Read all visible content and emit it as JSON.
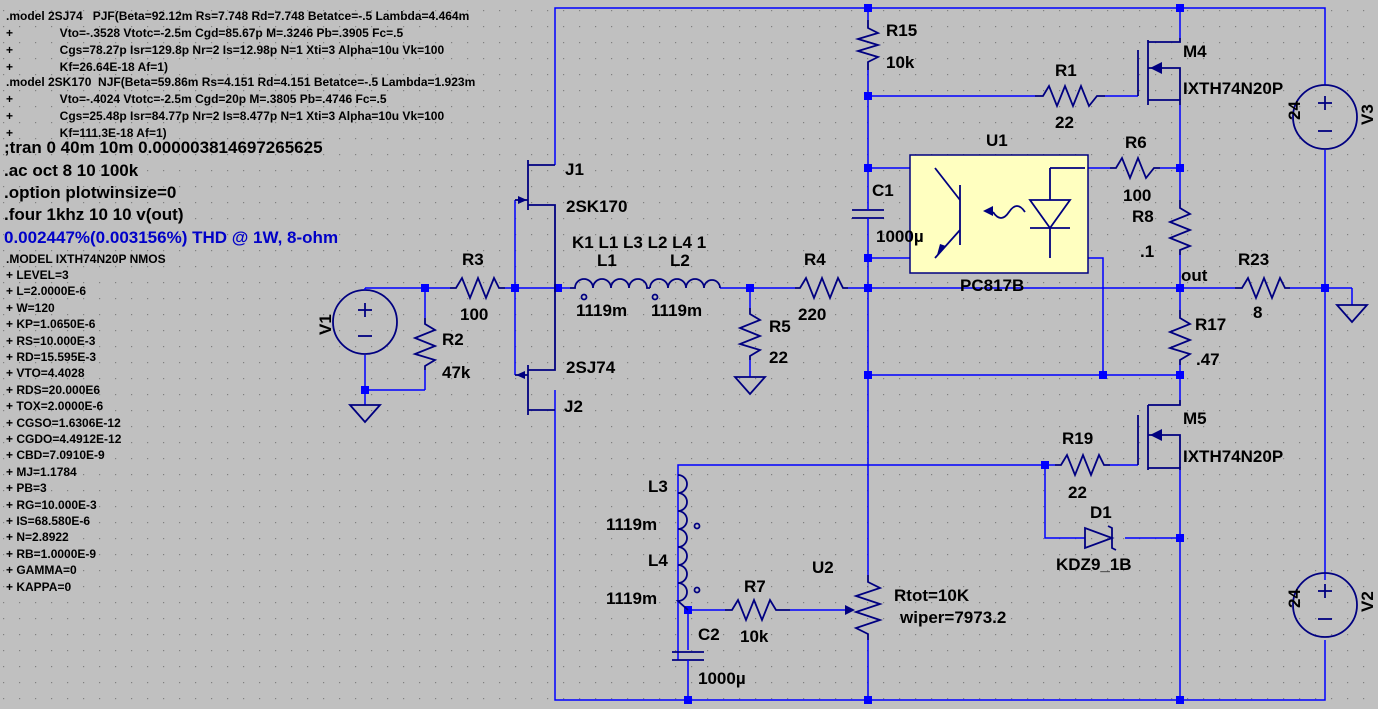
{
  "colors": {
    "background": "#c0c0c0",
    "wire": "#0000ff",
    "component": "#000080",
    "text": "#000000",
    "comment": "#0000c8",
    "optocoupler_fill": "#ffffc0"
  },
  "directives_small": [
    ".model 2SJ74   PJF(Beta=92.12m Rs=7.748 Rd=7.748 Betatce=-.5 Lambda=4.464m",
    "+              Vto=-.3528 Vtotc=-2.5m Cgd=85.67p M=.3246 Pb=.3905 Fc=.5",
    "+              Cgs=78.27p Isr=129.8p Nr=2 Is=12.98p N=1 Xti=3 Alpha=10u Vk=100",
    "+              Kf=26.64E-18 Af=1)",
    ".model 2SK170  NJF(Beta=59.86m Rs=4.151 Rd=4.151 Betatce=-.5 Lambda=1.923m",
    "+              Vto=-.4024 Vtotc=-2.5m Cgd=20p M=.3805 Pb=.4746 Fc=.5",
    "+              Cgs=25.48p Isr=84.77p Nr=2 Is=8.477p N=1 Xti=3 Alpha=10u Vk=100",
    "+              Kf=111.3E-18 Af=1)"
  ],
  "directives_big": [
    ";tran 0 40m 10m 0.000003814697265625",
    ".ac oct 8 10 100k",
    ".option plotwinsize=0",
    ".four 1khz 10 10 v(out)"
  ],
  "comment": "0.002447%(0.003156%) THD @ 1W, 8-ohm",
  "mos_model": [
    ".MODEL IXTH74N20P NMOS",
    "+ LEVEL=3",
    "+ L=2.0000E-6",
    "+ W=120",
    "+ KP=1.0650E-6",
    "+ RS=10.000E-3",
    "+ RD=15.595E-3",
    "+ VTO=4.4028",
    "+ RDS=20.000E6",
    "+ TOX=2.0000E-6",
    "+ CGSO=1.6306E-12",
    "+ CGDO=4.4912E-12",
    "+ CBD=7.0910E-9",
    "+ MJ=1.1784",
    "+ PB=3",
    "+ RG=10.000E-3",
    "+ IS=68.580E-6",
    "+ N=2.8922",
    "+ RB=1.0000E-9",
    "+ GAMMA=0",
    "+ KAPPA=0"
  ],
  "components": {
    "v1": {
      "name": "V1"
    },
    "v2": {
      "name": "V2",
      "value": "24"
    },
    "v3": {
      "name": "V3",
      "value": "24"
    },
    "r1": {
      "name": "R1",
      "value": "22"
    },
    "r2": {
      "name": "R2",
      "value": "47k"
    },
    "r3": {
      "name": "R3",
      "value": "100"
    },
    "r4": {
      "name": "R4",
      "value": "220"
    },
    "r5": {
      "name": "R5",
      "value": "22"
    },
    "r6": {
      "name": "R6",
      "value": "100"
    },
    "r7": {
      "name": "R7",
      "value": "10k"
    },
    "r8": {
      "name": "R8",
      "value": ".1"
    },
    "r15": {
      "name": "R15",
      "value": "10k"
    },
    "r17": {
      "name": "R17",
      "value": ".47"
    },
    "r19": {
      "name": "R19",
      "value": "22"
    },
    "r23": {
      "name": "R23",
      "value": "8"
    },
    "c1": {
      "name": "C1",
      "value": "1000µ"
    },
    "c2": {
      "name": "C2",
      "value": "1000µ"
    },
    "l1": {
      "name": "L1",
      "value": "1119m"
    },
    "l2": {
      "name": "L2",
      "value": "1119m"
    },
    "l3": {
      "name": "L3",
      "value": "1119m"
    },
    "l4": {
      "name": "L4",
      "value": "1119m"
    },
    "k1": {
      "text": "K1 L1 L3 L2 L4 1"
    },
    "j1": {
      "name": "J1",
      "model": "2SK170"
    },
    "j2": {
      "name": "J2",
      "model": "2SJ74"
    },
    "m4": {
      "name": "M4",
      "model": "IXTH74N20P"
    },
    "m5": {
      "name": "M5",
      "model": "IXTH74N20P"
    },
    "u1": {
      "name": "U1",
      "model": "PC817B"
    },
    "u2": {
      "name": "U2",
      "rtot": "Rtot=10K",
      "wiper": "wiper=7973.2"
    },
    "d1": {
      "name": "D1",
      "model": "KDZ9_1B"
    }
  },
  "net_labels": {
    "out": "out"
  }
}
